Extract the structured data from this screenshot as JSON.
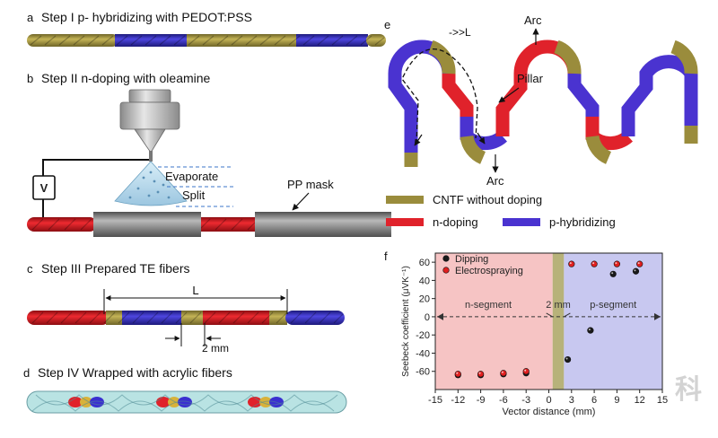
{
  "panel_a": {
    "letter": "a",
    "title": "Step I p- hybridizing with PEDOT:PSS"
  },
  "panel_b": {
    "letter": "b",
    "title": "Step II n-doping with oleamine",
    "voltage_symbol": "V",
    "evaporate": "Evaporate",
    "split": "Split",
    "mask_label": "PP mask"
  },
  "panel_c": {
    "letter": "c",
    "title": "Step III Prepared TE fibers",
    "period_label": "L",
    "segment_label": "2 mm"
  },
  "panel_d": {
    "letter": "d",
    "title": "Step IV Wrapped with acrylic fibers"
  },
  "panel_e": {
    "letter": "e",
    "arc_top": "Arc",
    "arc_bottom": "Arc",
    "pillar": "Pillar",
    "period": "->>L",
    "legend": [
      {
        "label": "CNTF without doping",
        "color": "#9a8c3c"
      },
      {
        "label": "n-doping",
        "color": "#e0222b"
      },
      {
        "label": "p-hybridizing",
        "color": "#4a33d0"
      }
    ]
  },
  "panel_f": {
    "letter": "f"
  },
  "watermark": "科",
  "colors": {
    "undoped": "#9a8c3c",
    "n_doped": "#e0222b",
    "p_doped": "#4a33d0",
    "gray": "#8c8c8c",
    "acrylic": "#b9e3e3"
  },
  "chart_data": {
    "type": "scatter",
    "xlabel": "Vector distance (mm)",
    "ylabel": "Seebeck coefficient (μVK⁻¹)",
    "xlim": [
      -15,
      15
    ],
    "ylim": [
      -80,
      70
    ],
    "xticks": [
      -15,
      -12,
      -9,
      -6,
      -3,
      0,
      3,
      6,
      9,
      12,
      15
    ],
    "yticks": [
      -60,
      -40,
      -20,
      0,
      20,
      40,
      60
    ],
    "regions": [
      {
        "label": "n-segment",
        "x": [
          -15,
          0.5
        ],
        "color": "#f6c4c4"
      },
      {
        "label": "2 mm",
        "x": [
          0.5,
          2
        ],
        "color": "#b7b27a"
      },
      {
        "label": "p-segment",
        "x": [
          2,
          15
        ],
        "color": "#c8c8f0"
      }
    ],
    "legend_position": "top-left",
    "series": [
      {
        "name": "Dipping",
        "color": "#1a1a1a",
        "x": [
          -12,
          -9,
          -6,
          -3,
          2.5,
          5.5,
          8.5,
          11.5
        ],
        "y": [
          -64,
          -64,
          -63,
          -62,
          -47,
          -15,
          47,
          50
        ]
      },
      {
        "name": "Electrospraying",
        "color": "#e02020",
        "x": [
          -12,
          -9,
          -6,
          -3,
          3,
          6,
          9,
          12
        ],
        "y": [
          -63,
          -63,
          -62,
          -60,
          58,
          58,
          58,
          58
        ]
      }
    ]
  }
}
